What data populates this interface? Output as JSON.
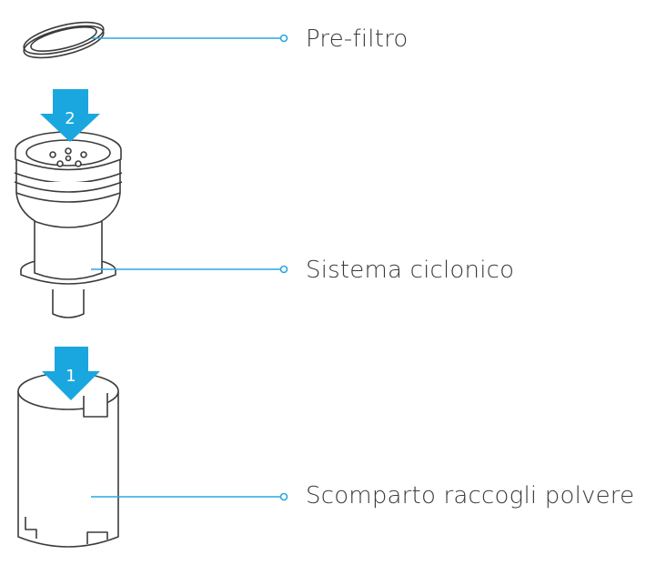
{
  "parts": [
    {
      "id": "pre-filter",
      "label": "Pre-filtro"
    },
    {
      "id": "cyclone",
      "label": "Sistema ciclonico"
    },
    {
      "id": "dust-bin",
      "label": "Scomparto raccogli polvere"
    }
  ],
  "steps": [
    {
      "number": "2",
      "target": "cyclone"
    },
    {
      "number": "1",
      "target": "dust-bin"
    }
  ],
  "colors": {
    "accent": "#1aa7e0",
    "leader_line": "#29a9e0",
    "outline": "#3c3c3c",
    "text": "#3a3a3a"
  }
}
